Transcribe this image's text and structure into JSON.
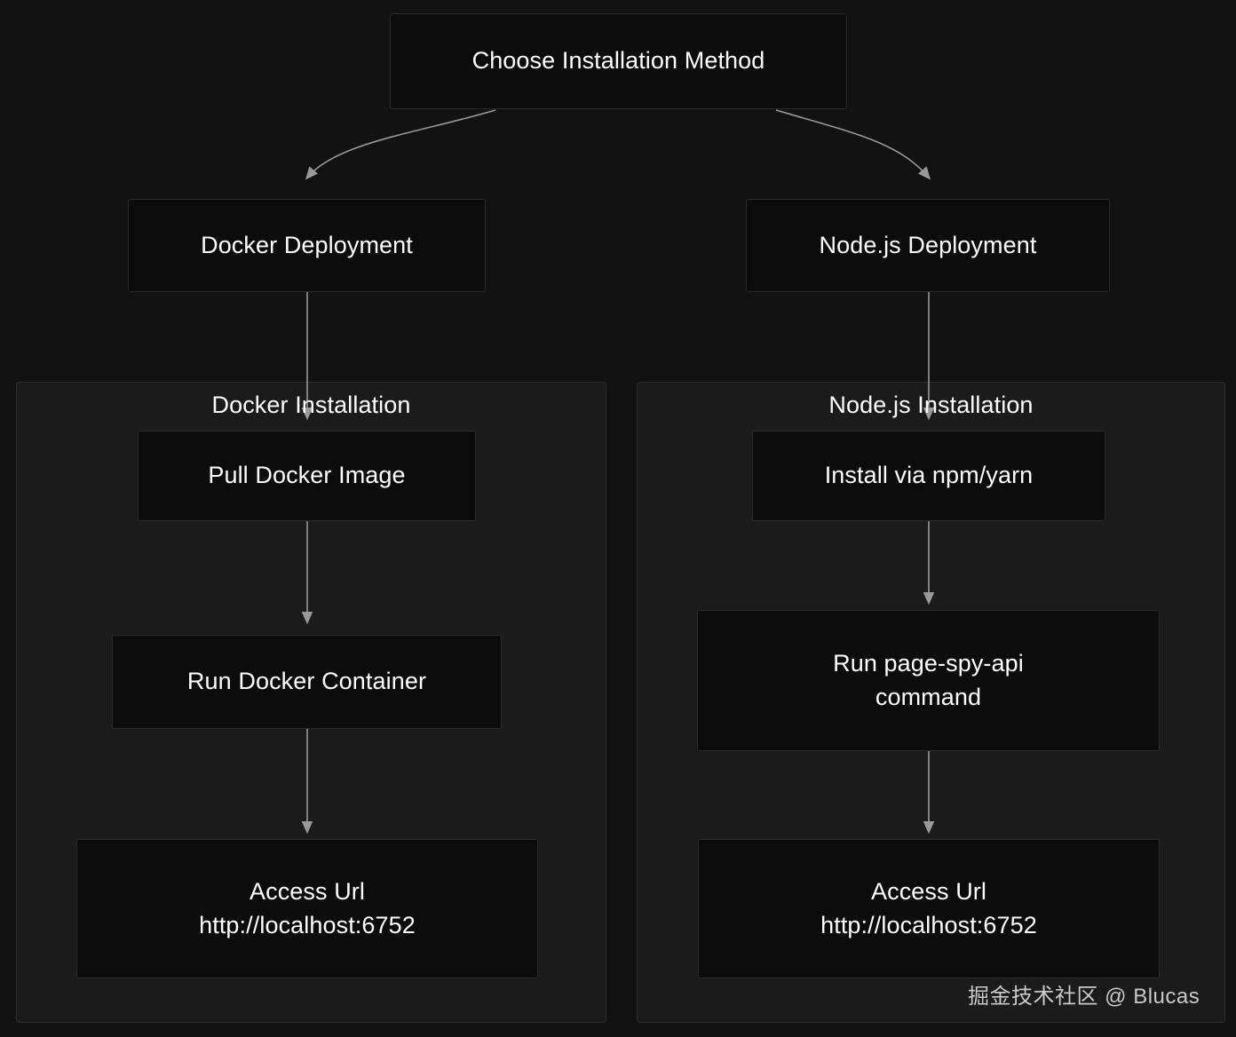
{
  "diagram": {
    "type": "flowchart",
    "title_node": "Choose Installation Method",
    "colors": {
      "background": "#121212",
      "node_fill": "#0c0c0c",
      "node_stroke": "#2b2b2b",
      "subgraph_fill": "#1b1b1b",
      "subgraph_stroke": "#2e2e2e",
      "edge_stroke": "#999999",
      "text": "#ffffff"
    },
    "nodes": {
      "root": {
        "label": "Choose Installation Method"
      },
      "docker_deployment": {
        "label": "Docker Deployment"
      },
      "node_deployment": {
        "label": "Node.js Deployment"
      },
      "pull_docker_image": {
        "label": "Pull Docker Image"
      },
      "install_npm_yarn": {
        "label": "Install via npm/yarn"
      },
      "run_docker_container": {
        "label": "Run Docker Container"
      },
      "run_pagespy_command": {
        "label_line1": "Run page-spy-api",
        "label_line2": "command"
      },
      "access_url_docker": {
        "label_line1": "Access Url",
        "label_line2": "http://localhost:6752"
      },
      "access_url_node": {
        "label_line1": "Access Url",
        "label_line2": "http://localhost:6752"
      }
    },
    "subgraphs": {
      "docker_installation": {
        "label": "Docker Installation"
      },
      "node_installation": {
        "label": "Node.js Installation"
      }
    },
    "edges": [
      {
        "from": "root",
        "to": "docker_deployment"
      },
      {
        "from": "root",
        "to": "node_deployment"
      },
      {
        "from": "docker_deployment",
        "to": "pull_docker_image"
      },
      {
        "from": "node_deployment",
        "to": "install_npm_yarn"
      },
      {
        "from": "pull_docker_image",
        "to": "run_docker_container"
      },
      {
        "from": "install_npm_yarn",
        "to": "run_pagespy_command"
      },
      {
        "from": "run_docker_container",
        "to": "access_url_docker"
      },
      {
        "from": "run_pagespy_command",
        "to": "access_url_node"
      }
    ]
  },
  "watermark": {
    "text": "掘金技术社区 @ Blucas"
  }
}
